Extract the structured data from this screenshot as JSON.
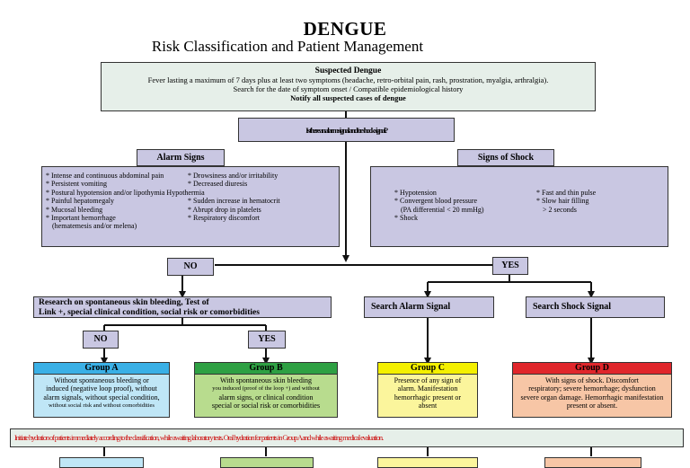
{
  "title": "DENGUE",
  "subtitle": "Risk Classification and Patient Management",
  "suspected": {
    "heading": "Suspected Dengue",
    "line1": "Fever lasting a maximum of 7 days plus at least two symptoms (headache, retro-orbital pain, rash, prostration, myalgia, arthralgia).",
    "line2": "Search for the date of symptom onset / Compatible epidemiological history",
    "line3": "Notify all suspected cases of dengue"
  },
  "question": "Is there an alarm signal and/or shock signal?",
  "alarm_signs": {
    "heading": "Alarm Signs",
    "left": [
      "* Intense and continuous abdominal pain",
      "* Persistent vomiting",
      "* Postural hypotension and/or lipothymia Hypothermia",
      "* Painful hepatomegaly",
      "* Mucosal bleeding",
      "* Important hemorrhage",
      "(hematemesis and/or melena)"
    ],
    "right": [
      "* Drowsiness and/or irritability",
      "* Decreased diuresis",
      "",
      "* Sudden increase in hematocrit",
      "* Abrupt drop in platelets",
      "* Respiratory discomfort"
    ]
  },
  "shock_signs": {
    "heading": "Signs of Shock",
    "left": [
      "* Hypotension",
      "* Convergent blood pressure",
      "(PA differential < 20 mmHg)",
      "* Shock"
    ],
    "right": [
      "* Fast and thin pulse",
      "* Slow hair filling",
      "> 2 seconds"
    ]
  },
  "no_label": "NO",
  "yes_label": "YES",
  "research": {
    "line1": "Research on spontaneous skin bleeding, Test of",
    "line2": "Link +, special clinical condition, social risk or comorbidities"
  },
  "no2_label": "NO",
  "yes2_label": "YES",
  "search_alarm": "Search Alarm Signal",
  "search_shock": "Search Shock Signal",
  "group_a": {
    "heading": "Group A",
    "body": [
      "Without spontaneous bleeding or",
      "induced (negative loop proof), without",
      "alarm signals, without special condition,",
      "without social risk and without comorbidities"
    ]
  },
  "group_b": {
    "heading": "Group B",
    "body": [
      "With spontaneous skin bleeding",
      "you induced (proof of the loop +) and without",
      "alarm signs, or clinical condition",
      "special or social risk or comorbidities"
    ]
  },
  "group_c": {
    "heading": "Group C",
    "body": [
      "Presence of any sign of",
      "alarm. Manifestation",
      "hemorrhagic present or",
      "absent"
    ]
  },
  "group_d": {
    "heading": "Group D",
    "body": [
      "With signs of shock. Discomfort",
      "respiratory; severe hemorrhage; dysfunction",
      "severe organ damage. Hemorrhagic manifestation",
      "present or absent."
    ]
  },
  "banner": "Initiate hydration of patients immediately according to the classification, while awaiting laboratory tests. Oral hydration for patients in Group A and while awaiting medical evaluation.",
  "colors": {
    "lavender": "#c9c7e2",
    "mint": "#e6efe9",
    "group_a_header": "#3ab0e6",
    "group_a_body": "#bfe6f6",
    "group_b_header": "#2ea043",
    "group_b_body": "#b8dc8e",
    "group_c_header": "#f4f000",
    "group_c_body": "#fbf59c",
    "group_d_header": "#e0262b",
    "group_d_body": "#f7c6a6",
    "banner_text": "#cc1111"
  }
}
